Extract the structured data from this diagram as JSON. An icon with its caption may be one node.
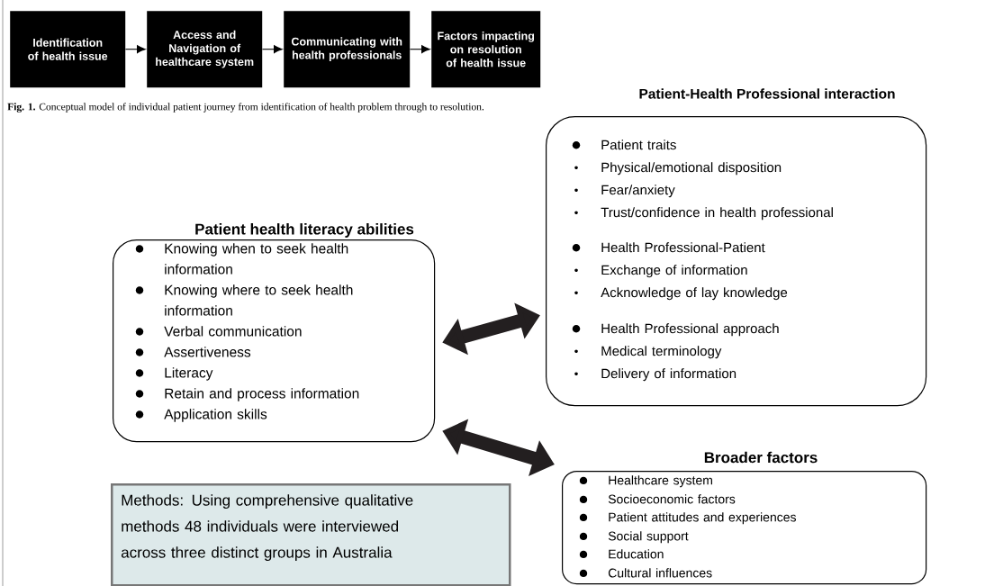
{
  "diagram": {
    "nodes": [
      {
        "text": [
          "Identification of health issue"
        ]
      },
      {
        "text": [
          "Access and Navigation of healthcare system"
        ]
      },
      {
        "text": [
          "Communicating with health professionals"
        ]
      },
      {
        "text": [
          "Factors impacting on resolution of health issue"
        ]
      },
      {
        "text": [
          "Patient health literacy abilities",
          "Knowing when to seek health information",
          "Knowing where to seek health information",
          "Verbal communication",
          "Assertiveness",
          "Literacy",
          "Retain and process information",
          "Application skills"
        ]
      },
      {
        "text": [
          "Patient-Health Professional interaction",
          "Patient traits",
          "Physical/emotional disposition",
          "Fear/anxiety",
          "Trust/confidence in health professional",
          "Health Professional-Patient",
          "Exchange of information",
          "Acknowledge of lay knowledge",
          "Health Professional approach",
          "Medical terminology",
          "Delivery of information"
        ]
      },
      {
        "text": [
          "Broader factors",
          "Healthcare system",
          "Socioeconomic factors",
          "Patient attitudes and experiences",
          "Social support",
          "Education",
          "Cultural influences"
        ]
      },
      {
        "text": [
          "Methods: Using comprehensive qualitative methods 48 individuals were interviewed across three distinct groups in Australia"
        ]
      }
    ],
    "edges": [
      {
        "from": 0,
        "to": 1,
        "arrow": "to"
      },
      {
        "from": 1,
        "to": 2,
        "arrow": "to"
      },
      {
        "from": 2,
        "to": 3,
        "arrow": "to"
      },
      {
        "from": 4,
        "to": 5,
        "arrow": "both",
        "style": "thick"
      },
      {
        "from": 4,
        "to": 6,
        "arrow": "both",
        "style": "thick"
      }
    ],
    "labels": [
      "**Fig. 1.** Conceptual model of individual patient journey from identification of health problem through to resolution."
    ]
  }
}
